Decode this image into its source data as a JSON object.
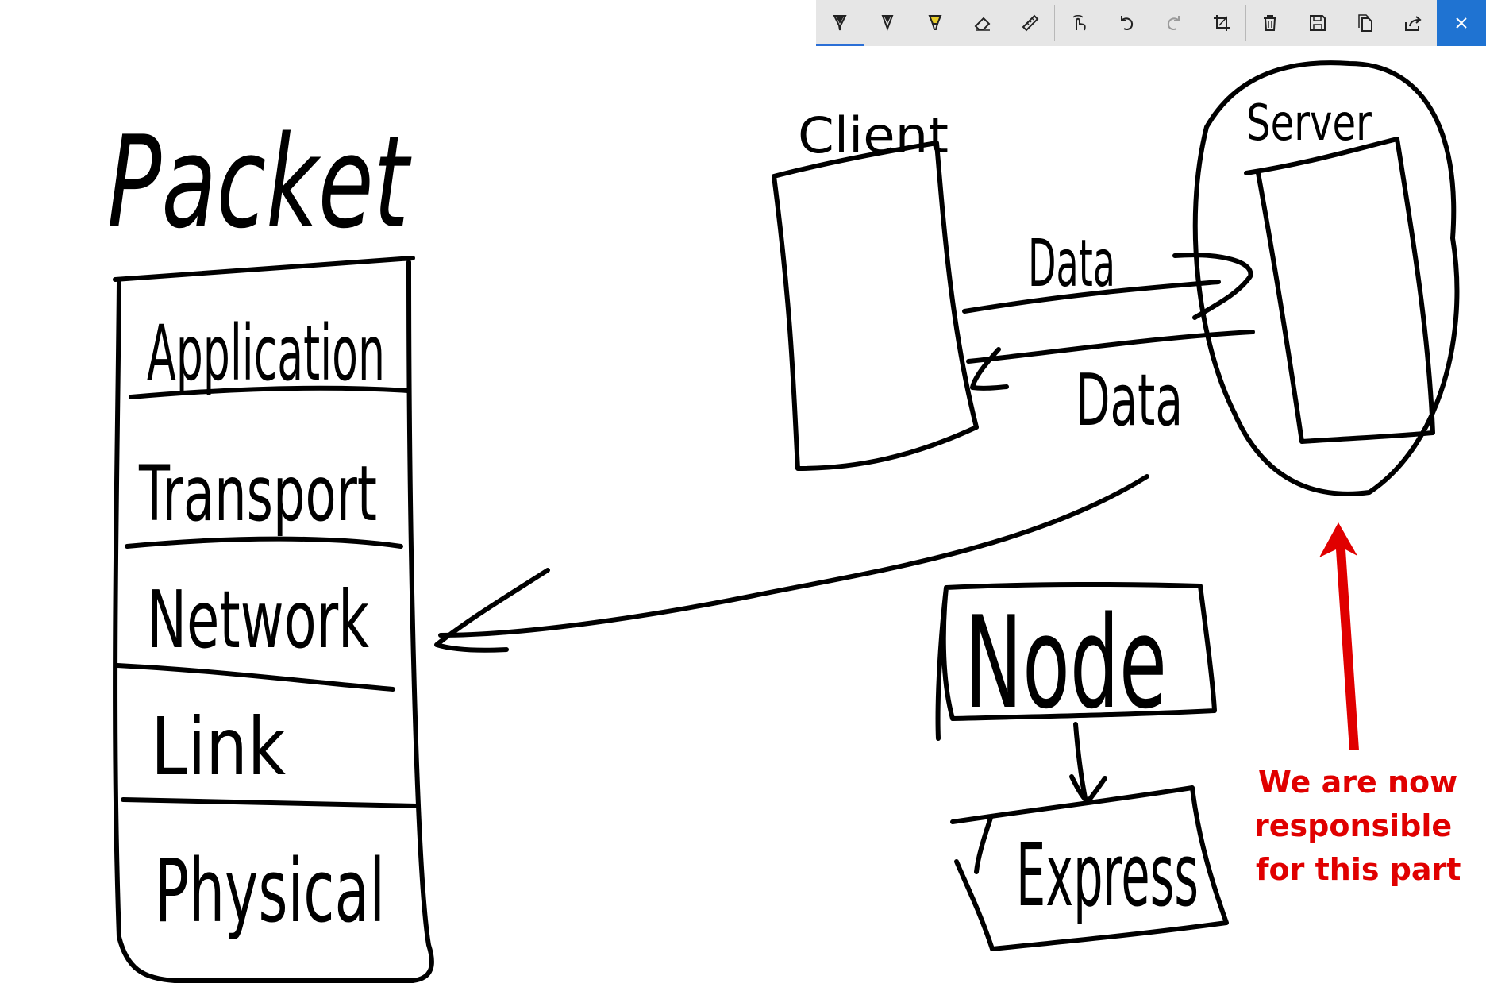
{
  "toolbar": {
    "tools": [
      {
        "id": "ballpoint-pen",
        "icon": "pen-icon",
        "active": true
      },
      {
        "id": "pencil",
        "icon": "pencil-icon"
      },
      {
        "id": "highlighter",
        "icon": "highlighter-icon"
      },
      {
        "id": "eraser",
        "icon": "eraser-icon"
      },
      {
        "id": "ruler",
        "icon": "ruler-icon"
      },
      {
        "id": "touch-writing",
        "icon": "touch-writing-icon"
      },
      {
        "id": "undo",
        "icon": "undo-icon"
      },
      {
        "id": "redo",
        "icon": "redo-icon"
      },
      {
        "id": "crop",
        "icon": "crop-icon"
      },
      {
        "id": "delete",
        "icon": "trash-icon"
      },
      {
        "id": "save",
        "icon": "save-icon"
      },
      {
        "id": "copy",
        "icon": "copy-icon"
      },
      {
        "id": "share",
        "icon": "share-icon"
      },
      {
        "id": "close",
        "icon": "close-icon"
      }
    ],
    "accent_color": "#1f73d2"
  },
  "diagram": {
    "title": "Packet",
    "layers": [
      "Application",
      "Transport",
      "Network",
      "Link",
      "Physical"
    ],
    "client_label": "Client",
    "server_label": "Server",
    "data_request_label": "Data",
    "data_response_label": "Data",
    "node_label": "Node",
    "express_label": "Express",
    "callout_lines": [
      "We are now",
      "responsible",
      "for this part"
    ],
    "callout_color": "#e00000",
    "ink_color": "#000000"
  }
}
